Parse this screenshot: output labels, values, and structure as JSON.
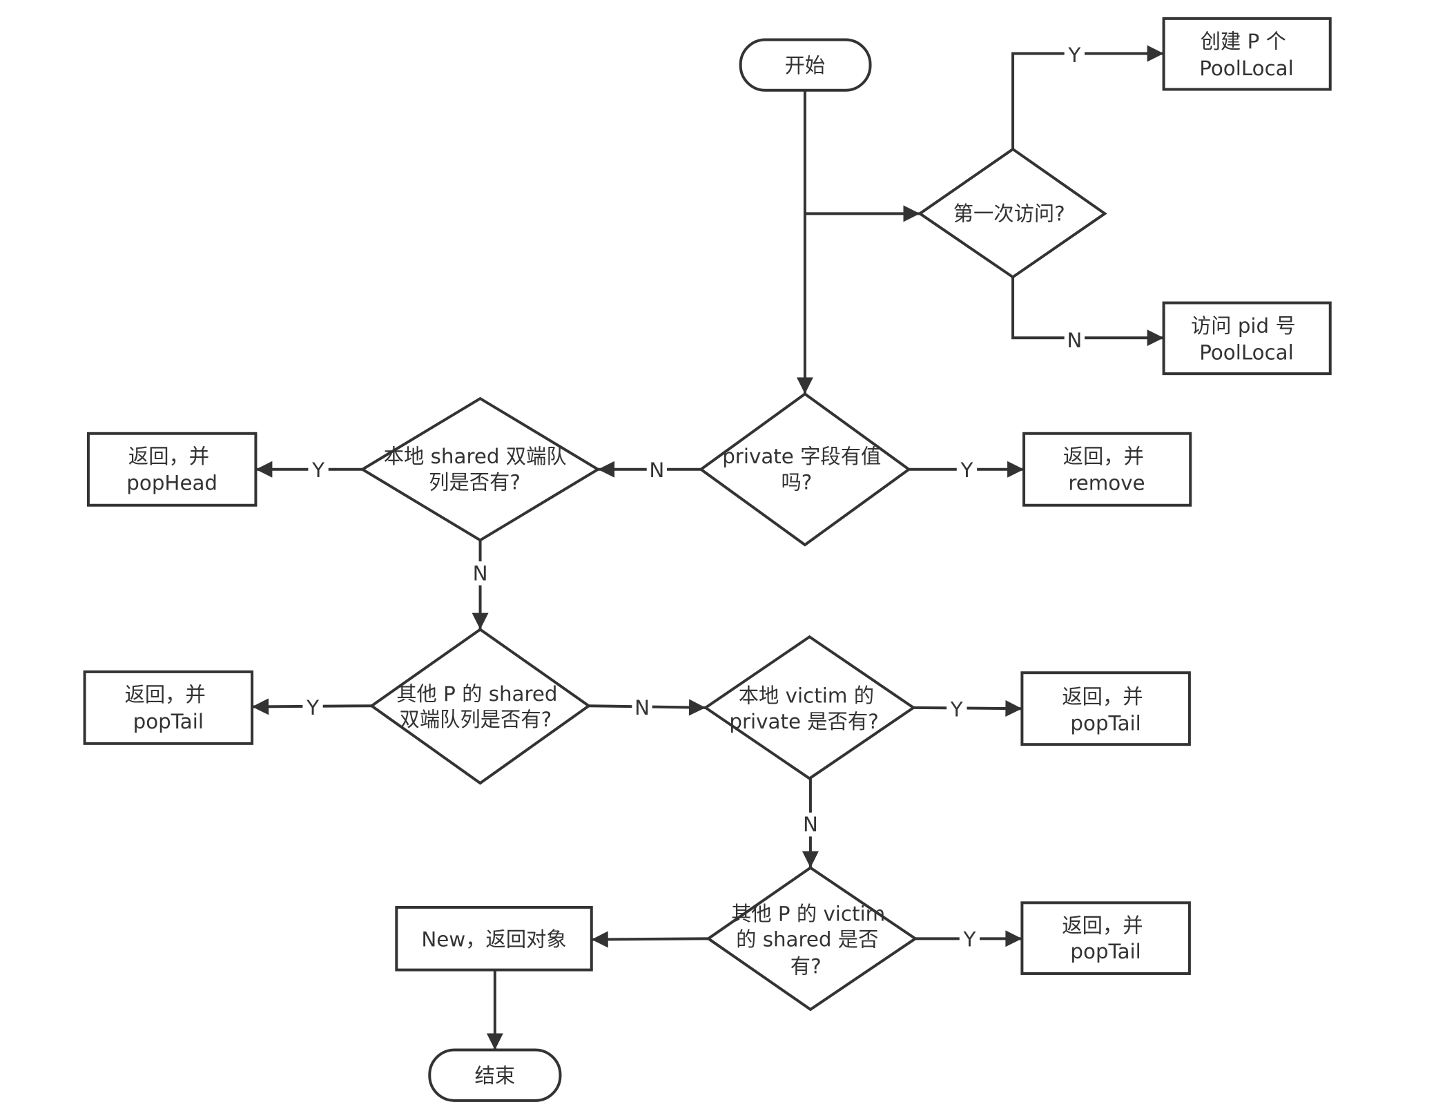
{
  "colors": {
    "stroke": "#333333",
    "text": "#333333",
    "background": "#ffffff"
  },
  "nodes": {
    "start": [
      "开始"
    ],
    "first_visit": [
      "第一次访问?"
    ],
    "create_poollocal": [
      "创建 P 个",
      "PoolLocal"
    ],
    "access_pid_poollocal": [
      "访问 pid 号",
      "PoolLocal"
    ],
    "private_has_value": [
      "private 字段有值",
      "吗?"
    ],
    "return_remove": [
      "返回，并",
      "remove"
    ],
    "local_shared_has": [
      "本地 shared 双端队",
      "列是否有?"
    ],
    "return_pophead": [
      "返回，并",
      "popHead"
    ],
    "other_p_shared_has": [
      "其他 P 的 shared",
      "双端队列是否有?"
    ],
    "return_poptail_1": [
      "返回，并",
      "popTail"
    ],
    "local_victim_private_has": [
      "本地 victim 的",
      "private 是否有?"
    ],
    "return_poptail_2": [
      "返回，并",
      "popTail"
    ],
    "other_p_victim_shared_has": [
      "其他 P 的 victim",
      "的 shared 是否",
      "有?"
    ],
    "return_poptail_3": [
      "返回，并",
      "popTail"
    ],
    "new_return_object": [
      "New，返回对象"
    ],
    "end": [
      "结束"
    ]
  },
  "edge_labels": {
    "first_visit_yes": "Y",
    "first_visit_no": "N",
    "private_yes": "Y",
    "private_no": "N",
    "local_shared_yes": "Y",
    "local_shared_no": "N",
    "other_shared_yes": "Y",
    "other_shared_no": "N",
    "local_victim_yes": "Y",
    "local_victim_no": "N",
    "other_victim_yes": "Y"
  }
}
